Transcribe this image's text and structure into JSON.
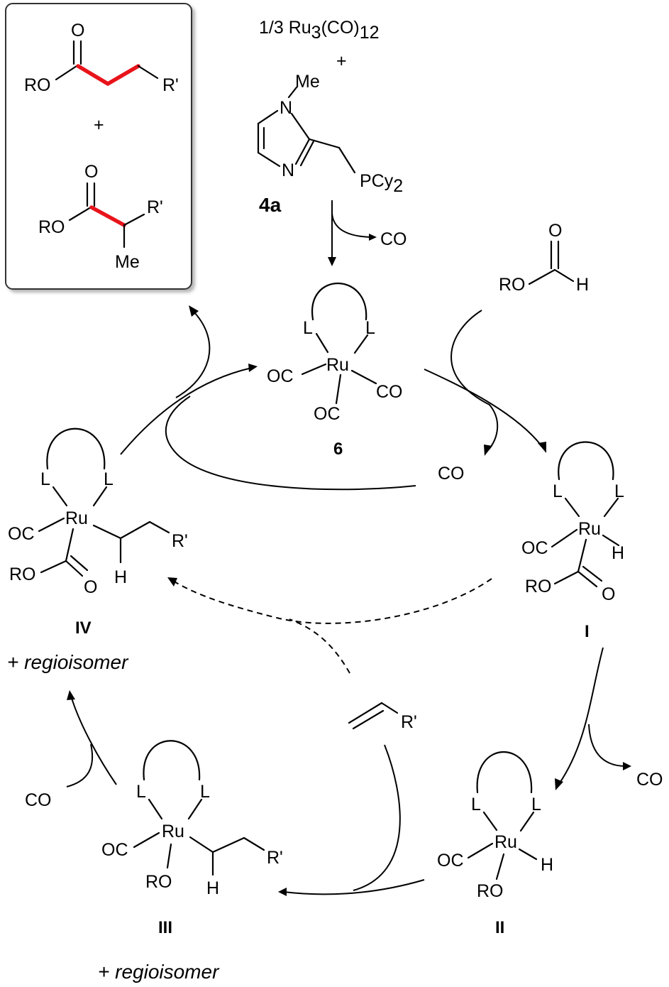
{
  "labels": {
    "ro": "RO",
    "r_prime": "R'",
    "o": "O",
    "h": "H",
    "me": "Me",
    "n": "N",
    "l": "L",
    "ru": "Ru",
    "oc": "OC",
    "co": "CO",
    "plus": "+",
    "pcy2": "PCy",
    "sub_2": "2",
    "reagent_ru": "1/3 Ru",
    "reagent_sub3": "3",
    "reagent_co": "(CO)",
    "reagent_sub12": "12",
    "regio": "+ regioisomer"
  },
  "compounds": {
    "ligand_id": "4a",
    "complex_id": "6",
    "int_1": "I",
    "int_2": "II",
    "int_3": "III",
    "int_4": "IV"
  },
  "colors": {
    "new_bond": "#e8141b",
    "line": "#000000",
    "box_border": "#333333"
  }
}
